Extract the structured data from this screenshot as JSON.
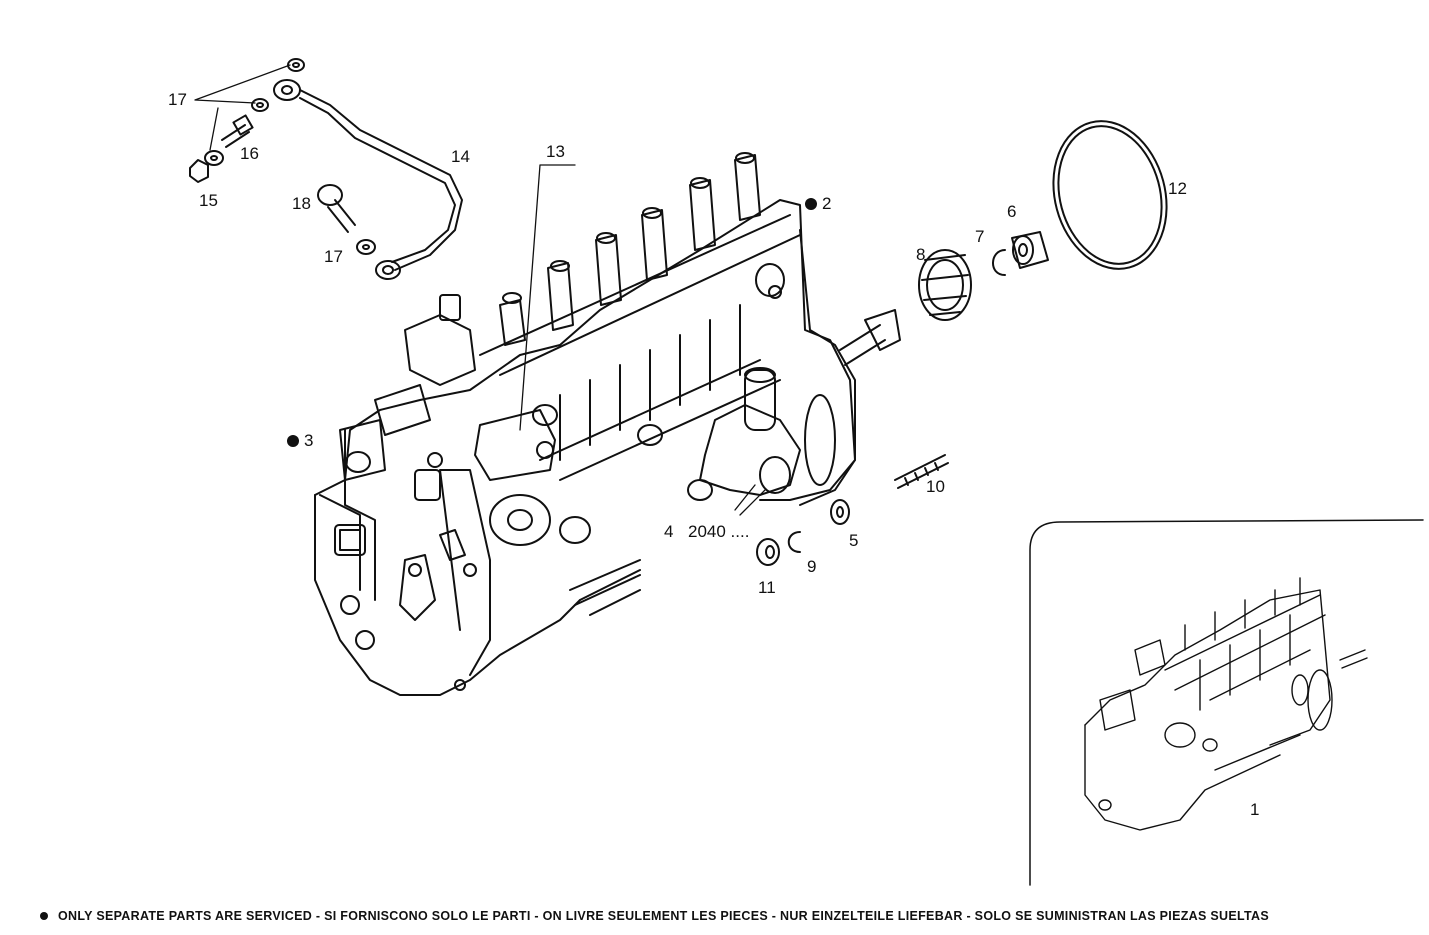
{
  "callouts": {
    "c1": "1",
    "c2": "2",
    "c3": "3",
    "c4": "4",
    "c2040": "2040 ....",
    "c5": "5",
    "c6": "6",
    "c7": "7",
    "c8": "8",
    "c9": "9",
    "c10": "10",
    "c11": "11",
    "c12": "12",
    "c13": "13",
    "c14": "14",
    "c15": "15",
    "c16": "16",
    "c17a": "17",
    "c17b": "17",
    "c18": "18"
  },
  "footer": {
    "note": "ONLY SEPARATE PARTS ARE SERVICED - SI FORNISCONO SOLO LE PARTI - ON LIVRE SEULEMENT LES PIECES - NUR EINZELTEILE LIEFEBAR - SOLO SE SUMINISTRAN LAS PIEZAS SUELTAS"
  },
  "colors": {
    "ink": "#111111",
    "paper": "#ffffff"
  }
}
